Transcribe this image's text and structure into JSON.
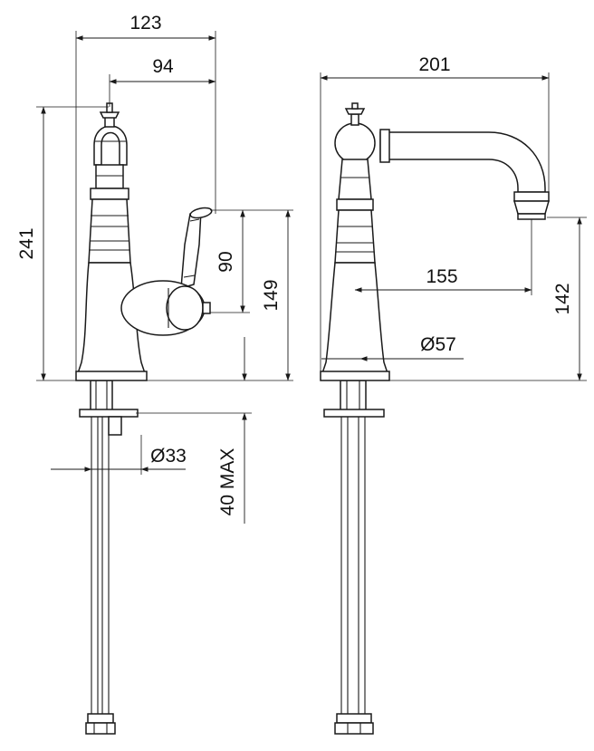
{
  "diagram": {
    "dimensions": {
      "overall_width": "123",
      "handle_offset": "94",
      "total_height": "241",
      "lever_height": "90",
      "handle_axis_height": "149",
      "hole_diameter": "Ø33",
      "deck_thickness": "40 MAX",
      "side_spout_reach": "201",
      "spout_axis_reach": "155",
      "spout_height": "142",
      "base_diameter": "Ø57"
    }
  }
}
